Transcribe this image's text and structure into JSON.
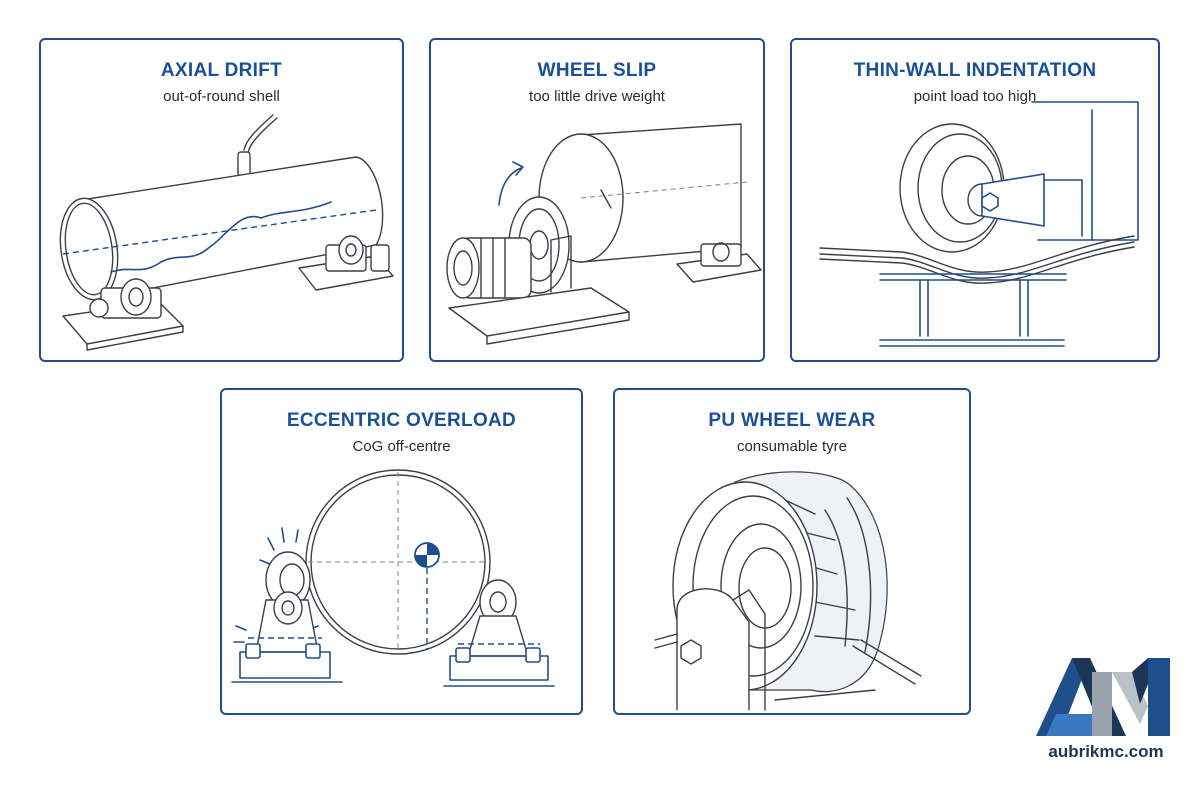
{
  "panels": [
    {
      "title": "AXIAL DRIFT",
      "subtitle": "out-of-round shell",
      "icon": "pipe-on-rollers-icon"
    },
    {
      "title": "WHEEL SLIP",
      "subtitle": "too little drive weight",
      "icon": "drive-roller-icon"
    },
    {
      "title": "THIN-WALL INDENTATION",
      "subtitle": "point load too high",
      "icon": "indented-plate-icon"
    },
    {
      "title": "ECCENTRIC OVERLOAD",
      "subtitle": "CoG off-centre",
      "icon": "center-of-gravity-icon"
    },
    {
      "title": "PU WHEEL WEAR",
      "subtitle": "consumable tyre",
      "icon": "worn-tyre-icon"
    }
  ],
  "brand": {
    "logo_letters": "AM",
    "website": "aubrikmc.com",
    "colors": {
      "primary": "#1f4e8c",
      "dark": "#1d3557",
      "accent": "#3a78c2",
      "grey": "#9aa3ad"
    }
  }
}
